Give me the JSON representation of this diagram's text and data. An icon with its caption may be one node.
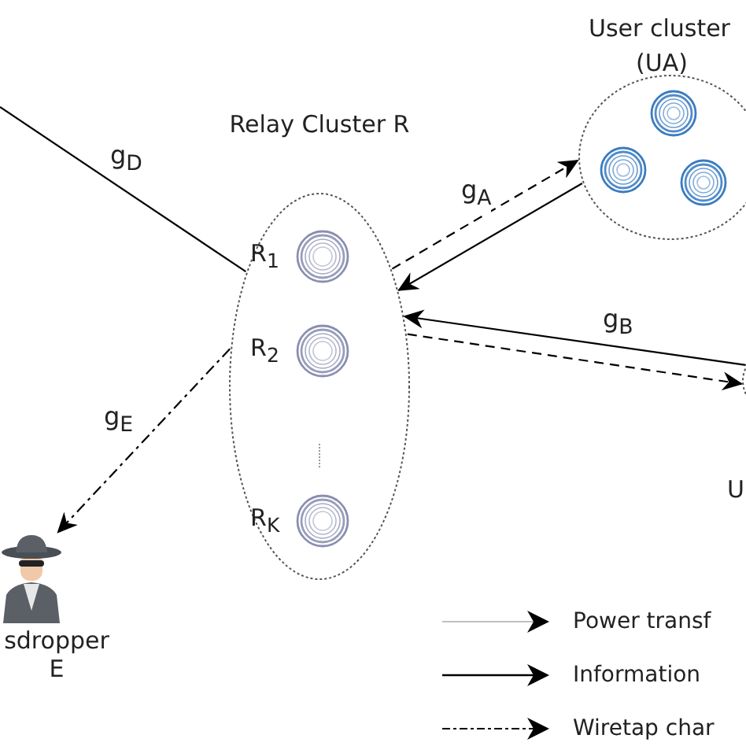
{
  "diagram": {
    "nodes": [
      {
        "text": [
          "Relay Cluster R"
        ]
      },
      {
        "text": [
          "R$_{1}$"
        ],
        "in": 0
      },
      {
        "text": [
          "R$_{2}$"
        ],
        "in": 0
      },
      {
        "text": [
          "R$_{K}$"
        ],
        "in": 0
      },
      {
        "text": [
          "User cluster",
          "(UA)"
        ]
      },
      {
        "text": [
          "U"
        ]
      },
      {
        "text": [
          "sdropper E"
        ]
      }
    ],
    "edges": [
      {
        "from": null,
        "to": 0,
        "arrow": "none",
        "label": "g$_{D}$"
      },
      {
        "from": 0,
        "to": 4,
        "arrow": "to",
        "style": "dashed",
        "label": "g$_{A}$"
      },
      {
        "from": 4,
        "to": 0,
        "arrow": "to"
      },
      {
        "from": 5,
        "to": 0,
        "arrow": "to",
        "label": "g$_{B}$"
      },
      {
        "from": 0,
        "to": 5,
        "arrow": "to",
        "style": "dashed"
      },
      {
        "from": 0,
        "to": 6,
        "arrow": "to",
        "style": "dashed",
        "label": "g$_{E}$"
      }
    ],
    "legend": [
      {
        "text": "Power transf"
      },
      {
        "text": "Information"
      },
      {
        "text": "Wiretap char"
      }
    ]
  }
}
